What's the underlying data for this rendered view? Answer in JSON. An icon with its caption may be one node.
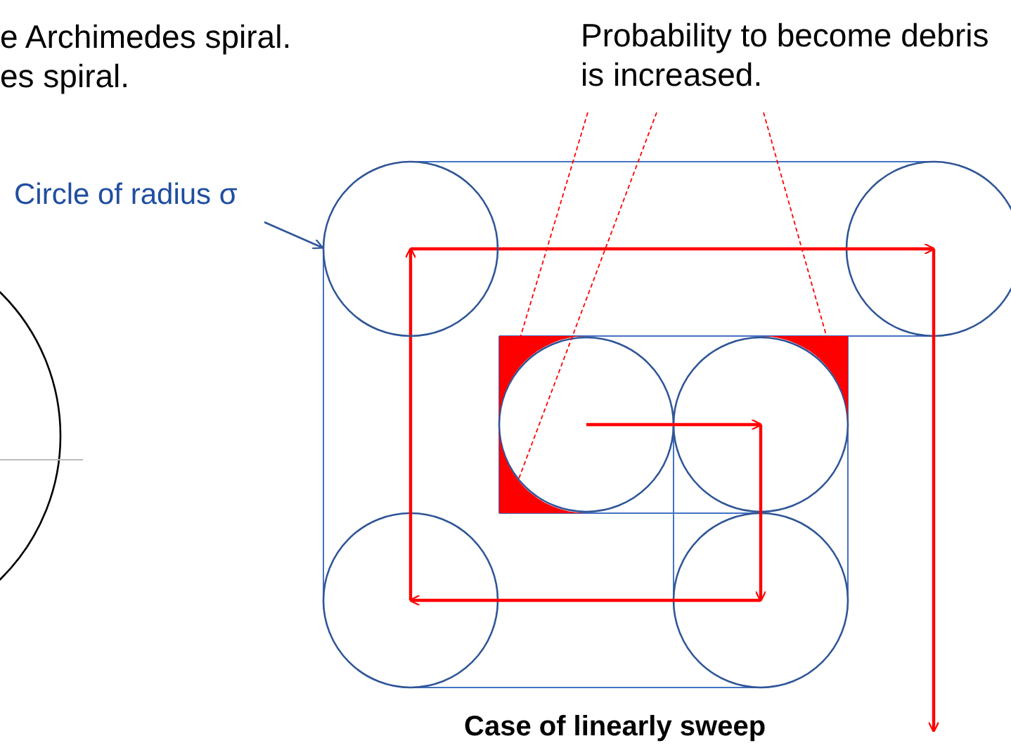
{
  "diagram": {
    "caption": "Case of linearly sweep",
    "nodes": [
      {
        "text": [
          "Circle of radius σ"
        ]
      },
      {
        "text": [],
        "shape": "circle"
      },
      {
        "text": [
          "Probability to become debris is increased."
        ]
      },
      {
        "text": [],
        "shape": "corner"
      },
      {
        "text": [],
        "shape": "corner"
      },
      {
        "text": [],
        "shape": "corner"
      }
    ],
    "edges": [
      {
        "from": 0,
        "to": 1,
        "arrow": "to",
        "color": "#2f5597"
      },
      {
        "from": 2,
        "to": 3,
        "arrow": "none",
        "style": "dashed",
        "color": "#ff0000"
      },
      {
        "from": 2,
        "to": 4,
        "arrow": "none",
        "style": "dashed",
        "color": "#ff0000"
      },
      {
        "from": 2,
        "to": 5,
        "arrow": "none",
        "style": "dashed",
        "color": "#ff0000"
      }
    ],
    "labels": [
      "e Archimedes spiral.",
      "es spiral."
    ]
  }
}
